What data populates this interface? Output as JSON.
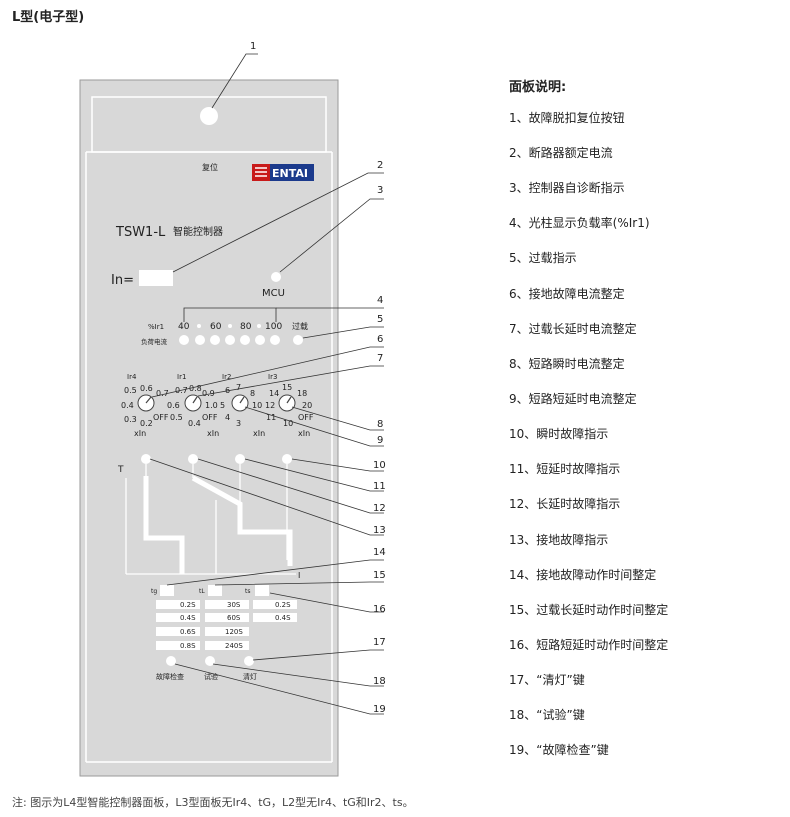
{
  "page_title": "L型(电子型)",
  "legend_title": "面板说明:",
  "legend_items": [
    "1、故障脱扣复位按钮",
    "2、断路器额定电流",
    "3、控制器自诊断指示",
    "4、光柱显示负载率(%Ir1)",
    "5、过载指示",
    "6、接地故障电流整定",
    "7、过载长延时电流整定",
    "8、短路瞬时电流整定",
    "9、短路短延时电流整定",
    "10、瞬时故障指示",
    "11、短延时故障指示",
    "12、长延时故障指示",
    "13、接地故障指示",
    "14、接地故障动作时间整定",
    "15、过载长延时动作时间整定",
    "16、短路短延时动作时间整定",
    "17、“清灯”键",
    "18、“试验”键",
    "19、“故障检查”键"
  ],
  "footnote": "注: 图示为L4型智能控制器面板，L3型面板无Ir4、tG，L2型无Ir4、tG和Ir2、ts。",
  "panel": {
    "reset_label": "复位",
    "brand_logo": "ENTAI",
    "model": "TSW1-L",
    "model_suffix": "智能控制器",
    "in_label": "In=",
    "mcu_label": "MCU",
    "load_rate_label": "%Ir1",
    "load_current_label": "负荷电流",
    "overload_label": "过载",
    "bar_scale": [
      "40",
      "60",
      "80",
      "100"
    ],
    "knobs": [
      {
        "title": "Ir4",
        "unit": "xIn",
        "scale": [
          "0.5",
          "0.6",
          "0.4",
          "0.7",
          "0.3",
          "0.2",
          "OFF"
        ]
      },
      {
        "title": "Ir1",
        "unit": "xIn",
        "scale": [
          "0.7",
          "0.8",
          "0.6",
          "0.9",
          "0.5",
          "0.4",
          "1.0"
        ]
      },
      {
        "title": "Ir2",
        "unit": "xIn",
        "scale": [
          "6",
          "7",
          "5",
          "8",
          "4",
          "3",
          "10",
          "OFF"
        ]
      },
      {
        "title": "Ir3",
        "unit": "xIn",
        "scale": [
          "15",
          "18",
          "14",
          "12",
          "20",
          "11",
          "10",
          "OFF"
        ]
      }
    ],
    "axis_t": "T",
    "axis_i": "I",
    "time_headers": [
      "tg",
      "tL",
      "ts"
    ],
    "tg_times": [
      "0.2S",
      "0.4S",
      "0.6S",
      "0.8S"
    ],
    "tl_times": [
      "30S",
      "60S",
      "120S",
      "240S"
    ],
    "ts_times": [
      "0.2S",
      "0.4S"
    ],
    "buttons": [
      "故障检查",
      "试验",
      "清灯"
    ]
  },
  "callouts": [
    "1",
    "2",
    "3",
    "4",
    "5",
    "6",
    "7",
    "8",
    "9",
    "10",
    "11",
    "12",
    "13",
    "14",
    "15",
    "16",
    "17",
    "18",
    "19"
  ]
}
